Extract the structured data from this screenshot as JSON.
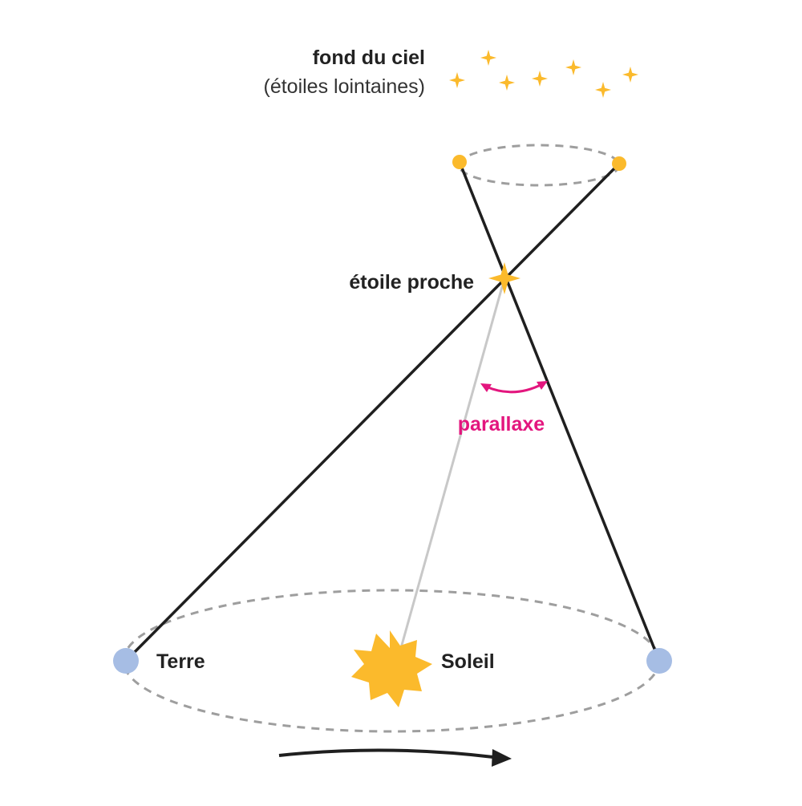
{
  "labels": {
    "sky_background": "fond du ciel",
    "sky_background_sub": "(étoiles lointaines)",
    "near_star": "étoile proche",
    "parallax": "parallaxe",
    "earth": "Terre",
    "sun": "Soleil"
  },
  "colors": {
    "star": "#FBBA2C",
    "earth": "#A6BDE4",
    "parallax": "#E3167E",
    "line": "#1F1F1F",
    "sun_line": "#C8C8C8",
    "dashed": "#9E9E9E"
  },
  "icons": {
    "distant_star": "four-point-star",
    "near_star": "four-point-star",
    "sun": "sun-burst",
    "earth": "circle",
    "orbit_direction": "arrow-right"
  }
}
